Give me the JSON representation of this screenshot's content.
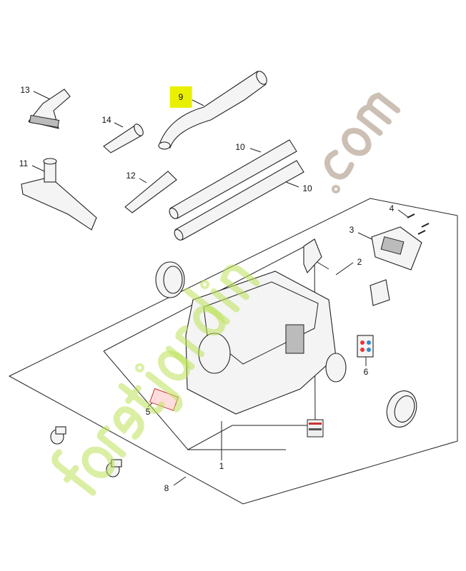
{
  "diagram": {
    "callouts": [
      {
        "id": "13",
        "label": "13"
      },
      {
        "id": "9",
        "label": "9",
        "highlighted": true
      },
      {
        "id": "14",
        "label": "14"
      },
      {
        "id": "11",
        "label": "11"
      },
      {
        "id": "12",
        "label": "12"
      },
      {
        "id": "10a",
        "label": "10"
      },
      {
        "id": "10b",
        "label": "10"
      },
      {
        "id": "4",
        "label": "4"
      },
      {
        "id": "3",
        "label": "3"
      },
      {
        "id": "2",
        "label": "2"
      },
      {
        "id": "6",
        "label": "6"
      },
      {
        "id": "5",
        "label": "5"
      },
      {
        "id": "1",
        "label": "1"
      },
      {
        "id": "8",
        "label": "8"
      }
    ],
    "highlight_color": "#e8f000",
    "watermark": "foretjardin.com"
  }
}
